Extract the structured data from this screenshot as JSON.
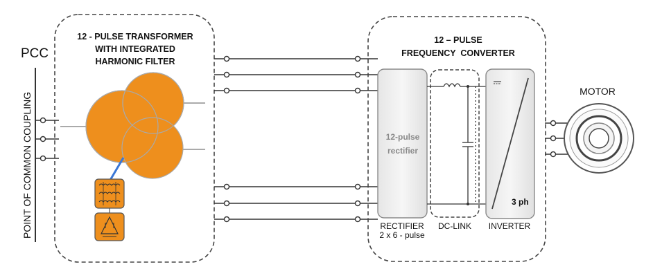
{
  "pcc": {
    "label": "PCC",
    "side_label": "POINT OF COMMON COUPLING"
  },
  "transformer": {
    "title_line1": "12 - PULSE TRANSFORMER",
    "title_line2": "WITH INTEGRATED",
    "title_line3": "HARMONIC FILTER",
    "winding_color": "#ee8f1d",
    "link_color": "#3a77d6"
  },
  "converter": {
    "title_line1": "12 – PULSE",
    "title_line2": "FREQUENCY  CONVERTER",
    "rectifier_block_line1": "12-pulse",
    "rectifier_block_line2": "rectifier",
    "rectifier_label": "RECTIFIER",
    "rectifier_sublabel": "2 x 6 - pulse",
    "dclink_label": "DC-LINK",
    "inverter_label": "INVERTER",
    "inverter_phase": "3 ph"
  },
  "motor": {
    "label": "MOTOR"
  }
}
